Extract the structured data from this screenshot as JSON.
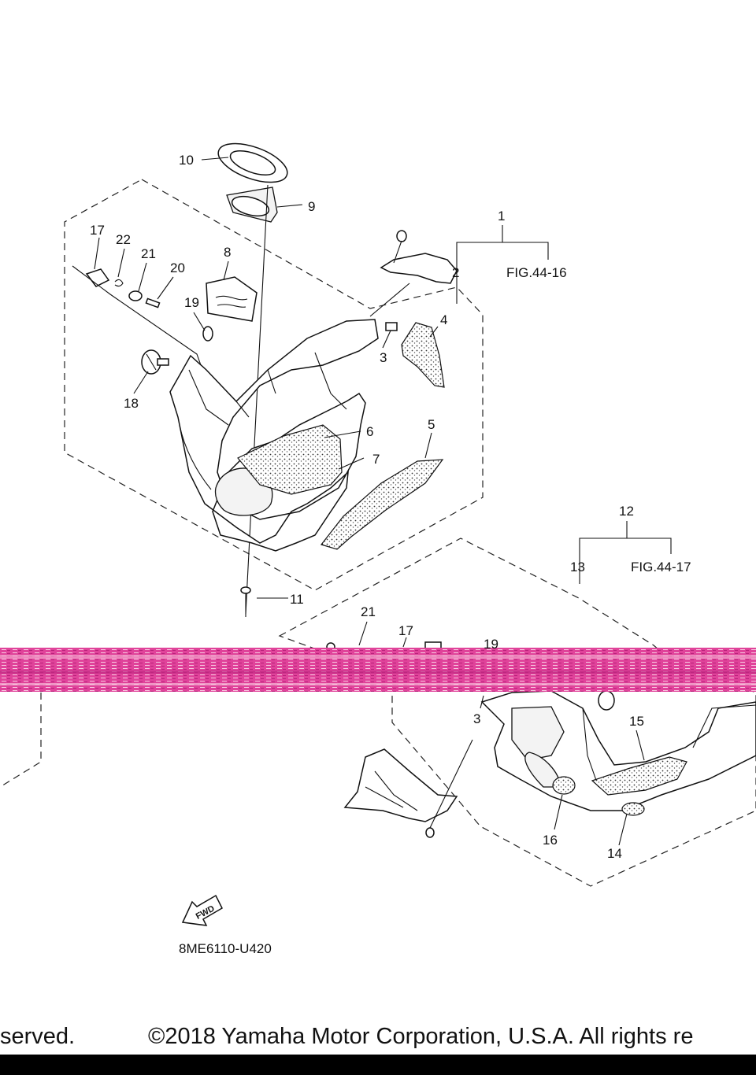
{
  "labels": {
    "l1": "1",
    "l2": "2",
    "l3a": "3",
    "l4": "4",
    "l5": "5",
    "l6": "6",
    "l7": "7",
    "l8": "8",
    "l9": "9",
    "l10": "10",
    "l11": "11",
    "l12": "12",
    "l13": "13",
    "l14": "14",
    "l15": "15",
    "l16": "16",
    "l17a": "17",
    "l18": "18",
    "l19a": "19",
    "l20": "20",
    "l21a": "21",
    "l22": "22",
    "l21b": "21",
    "l17b": "17",
    "l19b": "19",
    "l3b": "3"
  },
  "refs": {
    "fig_upper": "FIG.44-16",
    "fig_lower": "FIG.44-17"
  },
  "fwd_label": "FWD",
  "diagram_code": "8ME6110-U420",
  "footer": {
    "left": "served.",
    "right": "©2018 Yamaha Motor Corporation, U.S.A. All rights re"
  },
  "colors": {
    "glitch_band": "#e0439a",
    "bottom_bar": "#000000"
  }
}
